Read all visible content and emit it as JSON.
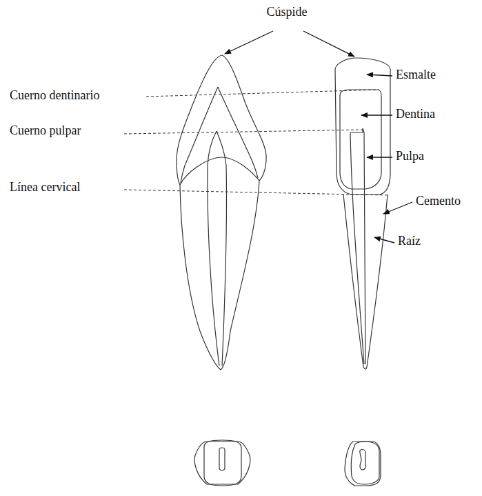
{
  "diagram": {
    "labels": [
      "Cúspide",
      "Cuerno dentinario",
      "Cuerno pulpar",
      "Línea cervical",
      "Esmalte",
      "Dentina",
      "Pulpa",
      "Cemento",
      "Raíz"
    ]
  }
}
